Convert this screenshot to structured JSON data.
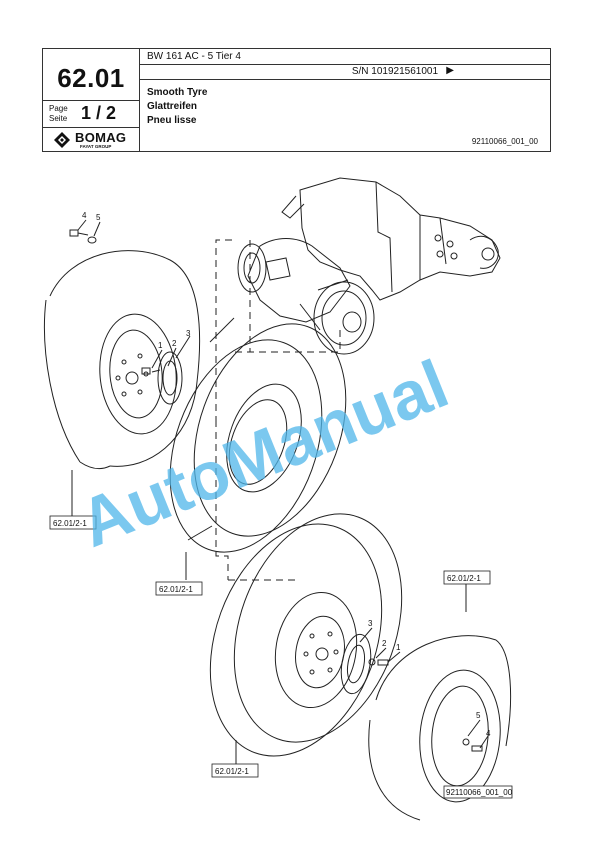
{
  "header": {
    "model": "BW 161 AC - 5 Tier 4",
    "serial": "S/N 101921561001",
    "serial_arrow": "▶",
    "title_en": "Smooth Tyre",
    "title_de": "Glattreifen",
    "title_fr": "Pneu lisse",
    "document_number": "92110066_001_00",
    "group_number": "62.01",
    "page_label": "Page",
    "seite_label": "Seite",
    "page_number": "1 / 2",
    "logo_text": "BOMAG",
    "logo_subtext": "FAYAT GROUP"
  },
  "drawing": {
    "ref_labels": [
      "62.01/2-1",
      "62.01/2-1",
      "62.01/2-1",
      "62.01/2-1"
    ],
    "item_numbers_top": [
      "4",
      "5",
      "1",
      "2",
      "3"
    ],
    "item_numbers_bottom": [
      "3",
      "2",
      "1",
      "5",
      "4"
    ],
    "drawing_id": "92110066_001_00"
  },
  "watermark": {
    "text": "AutoManual",
    "color": "#4fb6ea"
  }
}
